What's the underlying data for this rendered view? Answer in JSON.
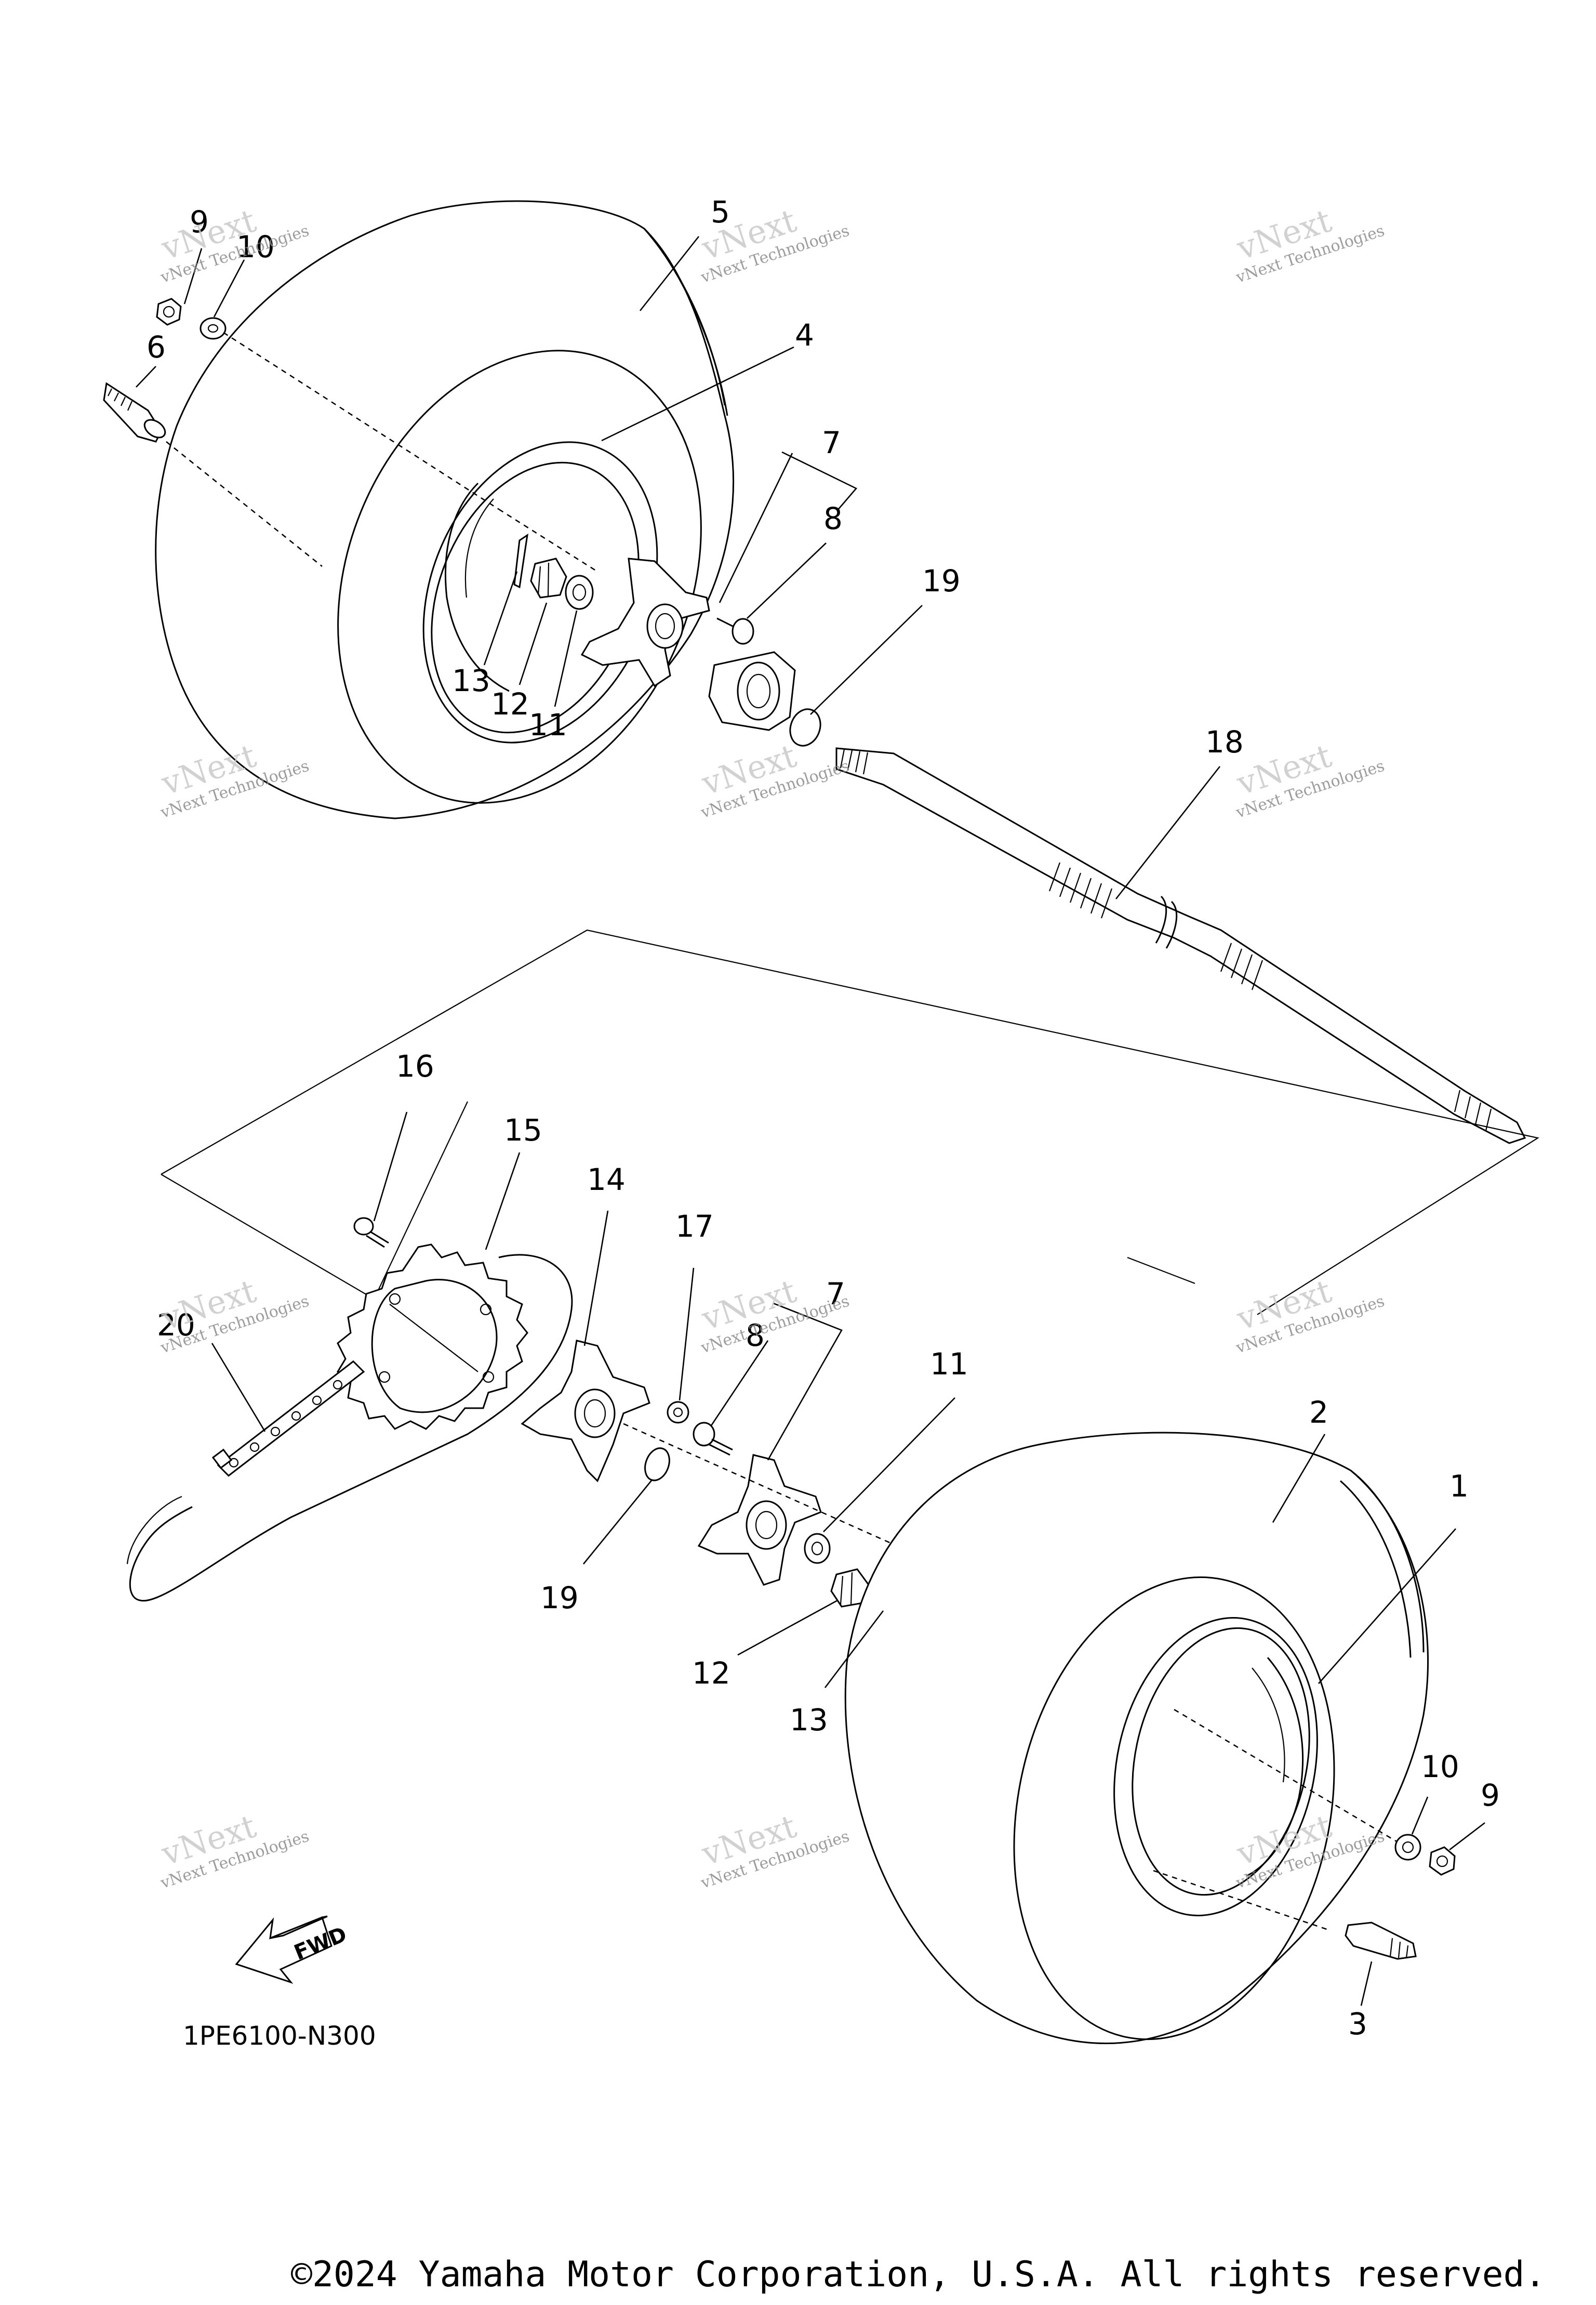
{
  "diagram": {
    "callouts": [
      "9",
      "10",
      "6",
      "5",
      "4",
      "7",
      "8",
      "19",
      "13",
      "12",
      "11",
      "18",
      "16",
      "15",
      "14",
      "17",
      "7",
      "8",
      "11",
      "20",
      "19",
      "12",
      "13",
      "2",
      "1",
      "10",
      "9",
      "3"
    ],
    "fwd_label": "FWD",
    "diagram_code": "1PE6100-N300",
    "watermark_line1": "vNext Technologies",
    "watermark_line2": "vNext Technologies"
  },
  "footer": {
    "copyright": "©2024 Yamaha Motor Corporation, U.S.A. All rights reserved."
  }
}
